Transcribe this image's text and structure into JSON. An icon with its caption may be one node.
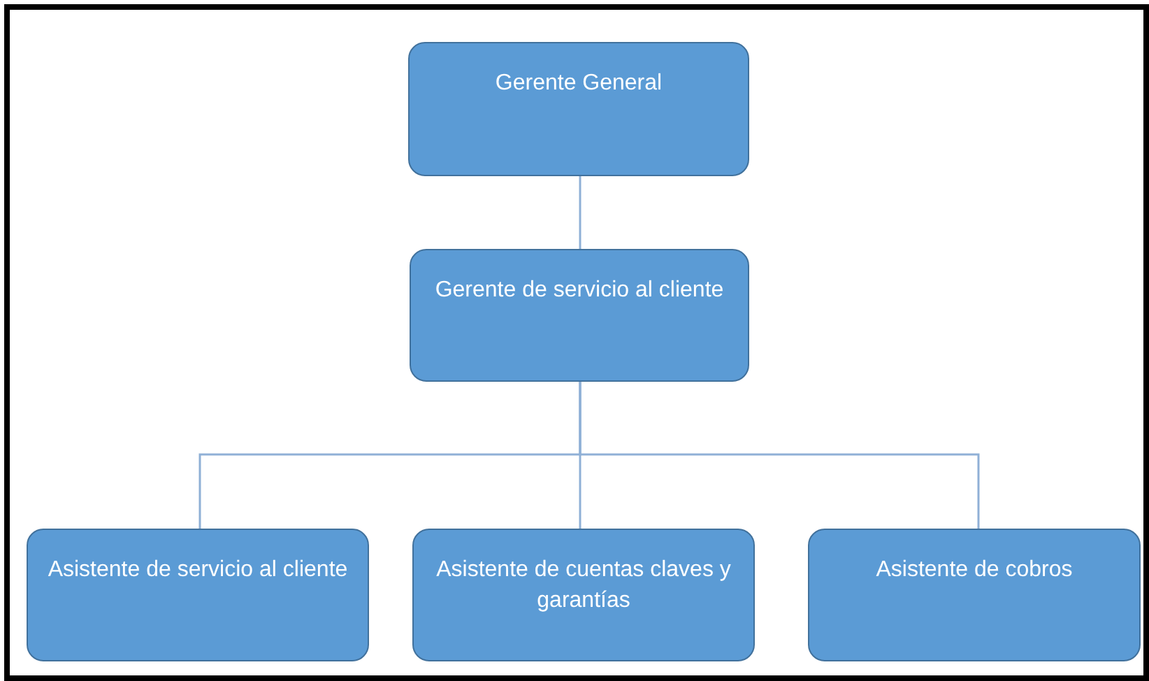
{
  "diagram": {
    "nodes": [
      {
        "text": [
          "Gerente General"
        ]
      },
      {
        "text": [
          "Gerente de servicio al cliente"
        ]
      },
      {
        "text": [
          "Asistente de servicio al cliente"
        ]
      },
      {
        "text": [
          "Asistente de cuentas claves y garantías"
        ]
      },
      {
        "text": [
          "Asistente de cobros"
        ]
      }
    ],
    "edges": [
      {
        "from": 0,
        "to": 1,
        "arrow": "none"
      },
      {
        "from": 1,
        "to": 2,
        "arrow": "none"
      },
      {
        "from": 1,
        "to": 3,
        "arrow": "none"
      },
      {
        "from": 1,
        "to": 4,
        "arrow": "none"
      }
    ]
  }
}
